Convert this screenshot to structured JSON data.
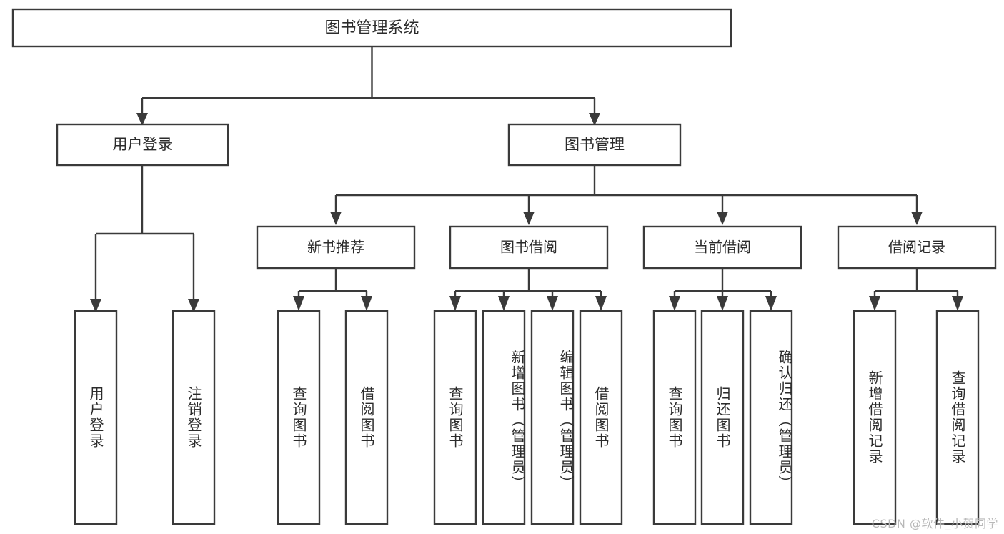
{
  "diagram": {
    "title": "图书管理系统",
    "type": "hierarchy-tree",
    "theme": {
      "background": "#ffffff",
      "box_fill": "#ffffff",
      "box_stroke": "#3a3a3a",
      "text_color": "#2b2b2b",
      "watermark_color": "#b8b8b8"
    },
    "root": {
      "label": "图书管理系统"
    },
    "level2": [
      {
        "label": "用户登录"
      },
      {
        "label": "图书管理"
      }
    ],
    "level3": [
      {
        "label": "新书推荐"
      },
      {
        "label": "图书借阅"
      },
      {
        "label": "当前借阅"
      },
      {
        "label": "借阅记录"
      }
    ],
    "leaves": {
      "user_login": [
        {
          "label": "用户登录"
        },
        {
          "label": "注销登录"
        }
      ],
      "new_book_recommend": [
        {
          "label": "查询图书"
        },
        {
          "label": "借阅图书"
        }
      ],
      "book_borrow": [
        {
          "label": "查询图书"
        },
        {
          "label": "新增图书（管理员）"
        },
        {
          "label": "编辑图书（管理员）"
        },
        {
          "label": "借阅图书"
        }
      ],
      "current_borrow": [
        {
          "label": "查询图书"
        },
        {
          "label": "归还图书"
        },
        {
          "label": "确认归还（管理员）"
        }
      ],
      "borrow_record": [
        {
          "label": "新增借阅记录"
        },
        {
          "label": "查询借阅记录"
        }
      ]
    }
  },
  "watermark": {
    "text": "CSDN @软件_小贺同学"
  }
}
